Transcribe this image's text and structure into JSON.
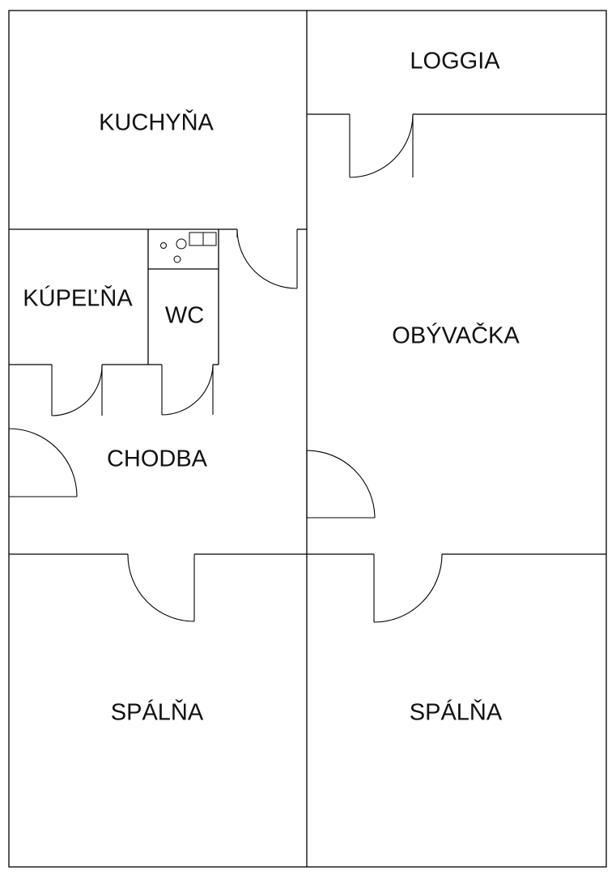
{
  "rooms": {
    "kitchen": "KUCHYŇA",
    "loggia": "LOGGIA",
    "bathroom": "KÚPEĽŇA",
    "wc": "WC",
    "living_room": "OBÝVAČKA",
    "hallway": "CHODBA",
    "bedroom_left": "SPÁLŇA",
    "bedroom_right": "SPÁLŇA"
  },
  "colors": {
    "line": "#000000",
    "background": "#ffffff",
    "text": "#111111"
  }
}
